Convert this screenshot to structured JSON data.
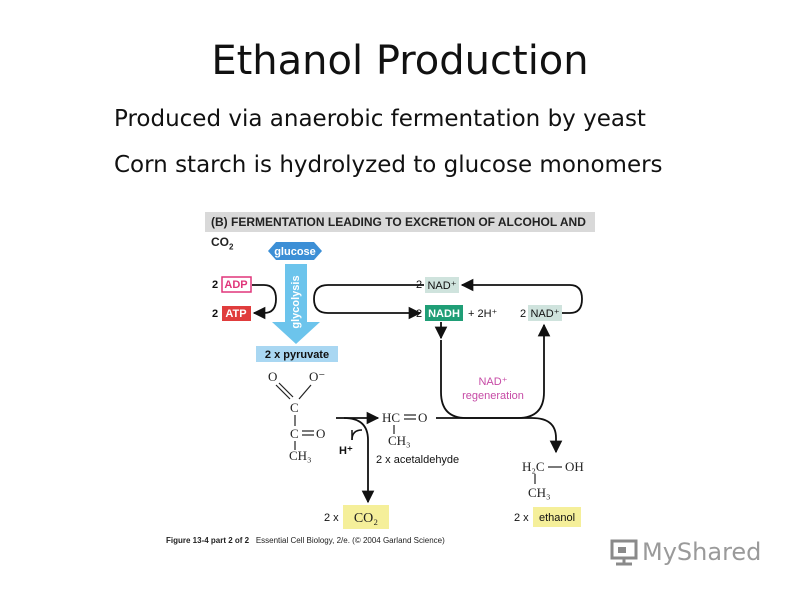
{
  "slide": {
    "title": "Ethanol Production",
    "bullets": [
      "Produced via anaerobic fermentation by yeast",
      "Corn starch is hydrolyzed to glucose monomers"
    ]
  },
  "diagram": {
    "banner": "(B)   FERMENTATION LEADING TO EXCRETION OF ALCOHOL AND CO",
    "banner_sub": "2",
    "glucose": "glucose",
    "glycolysis": "glycolysis",
    "pyruvate": "2 x pyruvate",
    "adp_coef": "2",
    "adp": "ADP",
    "atp_coef": "2",
    "atp": "ATP",
    "nad_top_coef": "2",
    "nad_top": "NAD⁺",
    "nadh_coef": "2",
    "nadh": "NADH",
    "h_plus": "+ 2H⁺",
    "nad_right_coef": "2",
    "nad_right": "NAD⁺",
    "regen_line1": "NAD⁺",
    "regen_line2": "regeneration",
    "h_ion": "H⁺",
    "acetaldehyde": "2 x acetaldehyde",
    "co2_coef": "2 x",
    "co2": "CO₂",
    "ethanol_coef": "2 x",
    "ethanol": "ethanol",
    "chem": {
      "o_left": "O",
      "o_minus": "O⁻",
      "c1": "C",
      "c2": "C",
      "o_keto": "O",
      "ch3_pyr": "CH₃",
      "hc": "HC",
      "o_ald": "O",
      "ch3_ald": "CH₃",
      "h2c": "H₂C",
      "oh": "OH",
      "ch3_eth": "CH₃"
    },
    "colors": {
      "adp": "#e0357a",
      "atp": "#e03c3c",
      "nadh": "#1f9e76",
      "nad_bg": "#cfe3dd",
      "glycolysis_arrow": "#6cc4ec",
      "pyruvate_bg": "#a9d7f2",
      "product_bg": "#f5ef9a",
      "regeneration_text": "#c64aa5"
    }
  },
  "caption": {
    "figure": "Figure 13-4 part 2 of 2",
    "source": "Essential Cell Biology, 2/e. (© 2004 Garland Science)"
  },
  "logo": {
    "text": "MyShared",
    "icon": "projector-screen-icon"
  }
}
